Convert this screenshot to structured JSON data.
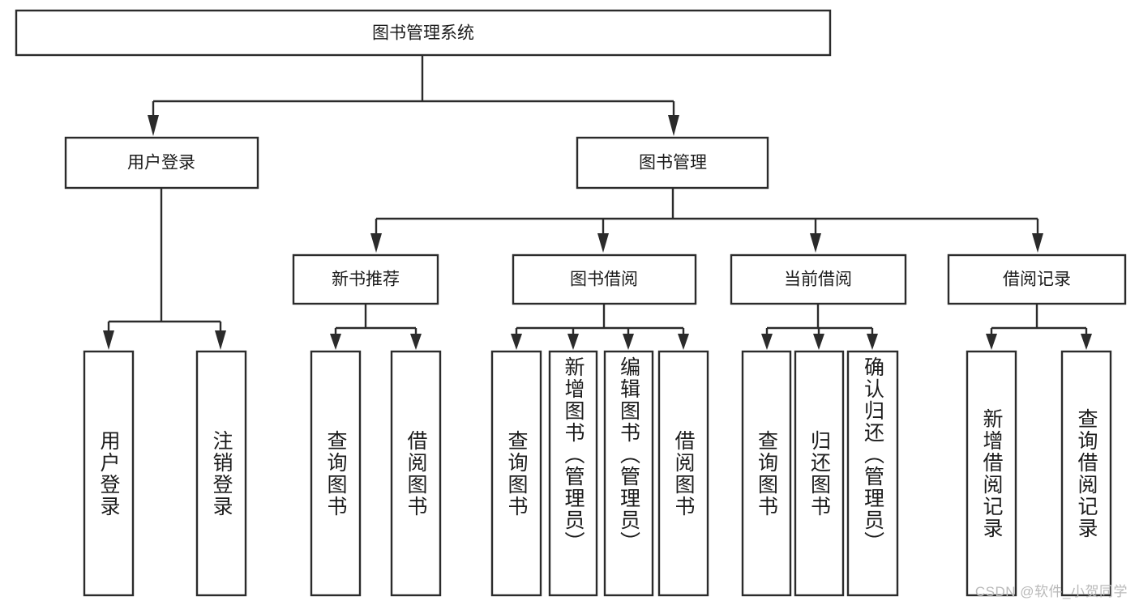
{
  "diagram": {
    "title": "图书管理系统",
    "type": "tree-hierarchy",
    "watermark": "CSDN @软件_小贺同学",
    "colors": {
      "stroke": "#2b2b2b",
      "fill": "#ffffff",
      "text": "#1c1c1c",
      "watermark": "#b9b9b9"
    },
    "root": {
      "label": "图书管理系统"
    },
    "level2": [
      {
        "label": "用户登录"
      },
      {
        "label": "图书管理"
      }
    ],
    "level3": [
      {
        "label": "新书推荐"
      },
      {
        "label": "图书借阅"
      },
      {
        "label": "当前借阅"
      },
      {
        "label": "借阅记录"
      }
    ],
    "leaves": {
      "user_login": [
        {
          "label": "用户登录"
        },
        {
          "label": "注销登录"
        }
      ],
      "new_book_recommend": [
        {
          "label": "查询图书"
        },
        {
          "label": "借阅图书"
        }
      ],
      "book_borrow": [
        {
          "label": "查询图书"
        },
        {
          "label": "新增图书（管理员）"
        },
        {
          "label": "编辑图书（管理员）"
        },
        {
          "label": "借阅图书"
        }
      ],
      "current_borrow": [
        {
          "label": "查询图书"
        },
        {
          "label": "归还图书"
        },
        {
          "label": "确认归还（管理员）"
        }
      ],
      "borrow_records": [
        {
          "label": "新增借阅记录"
        },
        {
          "label": "查询借阅记录"
        }
      ]
    }
  }
}
